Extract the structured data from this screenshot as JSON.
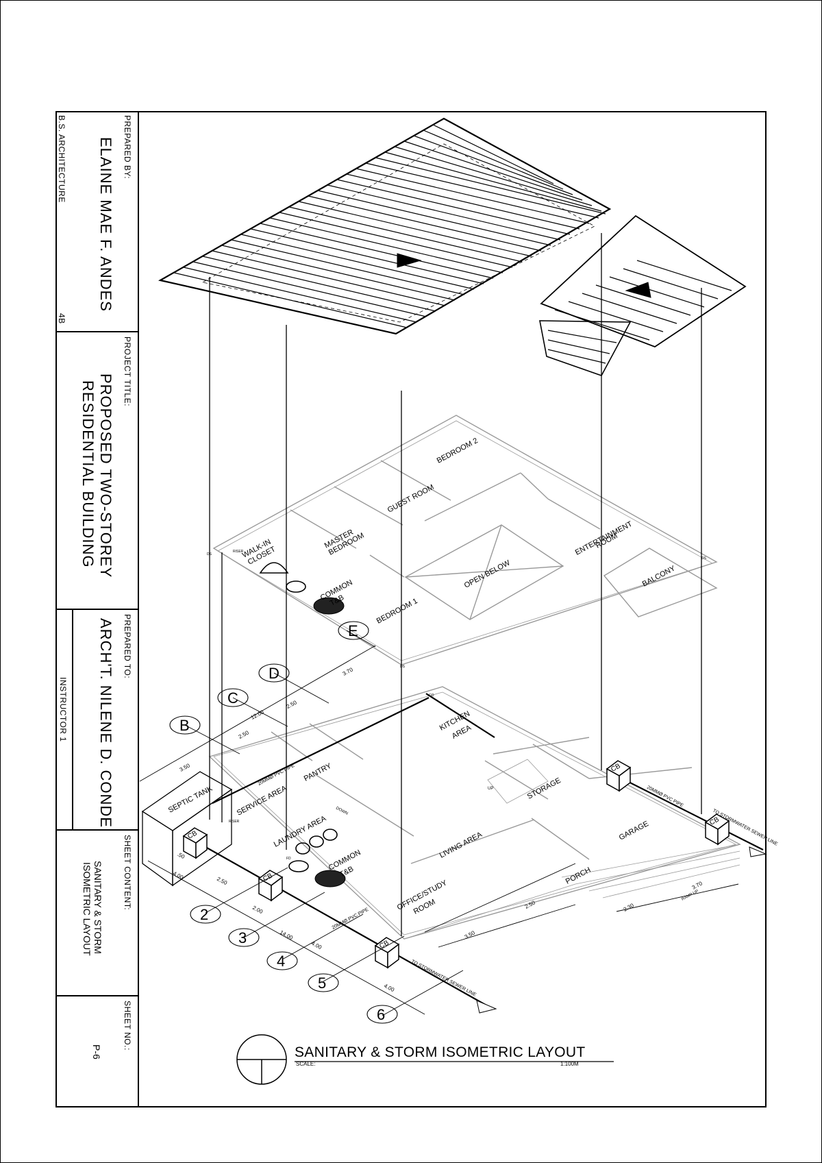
{
  "title_block": {
    "prepared_by_label": "PREPARED BY:",
    "prepared_by_name": "ELAINE MAE F. ANDES",
    "course": "B.S. ARCHITECTURE",
    "section": "4B",
    "project_title_label": "PROJECT TITLE:",
    "project_title_line1": "PROPOSED TWO-STOREY",
    "project_title_line2": "RESIDENTIAL BUILDING",
    "prepared_to_label": "PREPARED TO:",
    "prepared_to_name": "ARCH'T. NILENE D. CONDE",
    "instructor": "INSTRUCTOR 1",
    "sheet_content_label": "SHEET CONTENT:",
    "sheet_content_line1": "SANITARY & STORM",
    "sheet_content_line2": "ISOMETRIC LAYOUT",
    "sheet_no_label": "SHEET NO.:",
    "sheet_no": "P-6"
  },
  "drawing_title": {
    "title": "SANITARY & STORM ISOMETRIC LAYOUT",
    "scale_label": "SCALE:",
    "scale_value": "1:100M"
  },
  "second_floor_rooms": {
    "bedroom2": "BEDROOM 2",
    "guest_room": "GUEST ROOM",
    "master_bedroom_1": "MASTER",
    "master_bedroom_2": "BEDROOM",
    "walk_in_1": "WALK-IN",
    "walk_in_2": "CLOSET",
    "common_tb_1": "COMMON",
    "common_tb_2": "T&B",
    "bedroom1": "BEDROOM 1",
    "open_below": "OPEN BELOW",
    "entertainment_1": "ENTERTAINMENT",
    "entertainment_2": "ROOM",
    "balcony": "BALCONY"
  },
  "ground_floor_rooms": {
    "kitchen_1": "KITCHEN",
    "kitchen_2": "AREA",
    "pantry": "PANTRY",
    "service_area": "SERVICE AREA",
    "laundry_area": "LAUNDRY AREA",
    "common_tb_1": "COMMON",
    "common_tb_2": "T&B",
    "living_area": "LIVING AREA",
    "office_1": "OFFICE/STUDY",
    "office_2": "ROOM",
    "storage": "STORAGE",
    "garage": "GARAGE",
    "porch": "PORCH",
    "septic_tank": "SEPTIC TANK",
    "ramp_up": "RAMP UP",
    "up": "UP",
    "down": "DOWN"
  },
  "grid_labels": [
    "B",
    "C",
    "D",
    "E",
    "2",
    "3",
    "4",
    "5",
    "6"
  ],
  "catch_basin_label": "CB",
  "pipe_labels": {
    "pvc_1": "20MMØ PVC PIPE",
    "pvc_2": "20MMØ PVC PIPE",
    "pvc_3": "20MMØ PVC PIPE",
    "storm_sewer_1": "TO STORMWATER SEWER LINE",
    "storm_sewer_2": "TO STORMWATER SEWER LINE"
  },
  "dimensions": {
    "d1": "3.70",
    "d2": "2.50",
    "d3": "2.50",
    "d4": "12.00",
    "d5": "3.50",
    "d6": ".50",
    "d7": "4.00",
    "d8": "2.50",
    "d9": "2.00",
    "d10": "14.00",
    "d11": "4.00",
    "d12": "4.00",
    "d13": "3.50",
    "d14": "2.50",
    "d15": "2.30",
    "d16": "3.70"
  },
  "tags": {
    "ds": "DS",
    "riser": "RISER",
    "fd": "FD",
    "co": "CO"
  }
}
